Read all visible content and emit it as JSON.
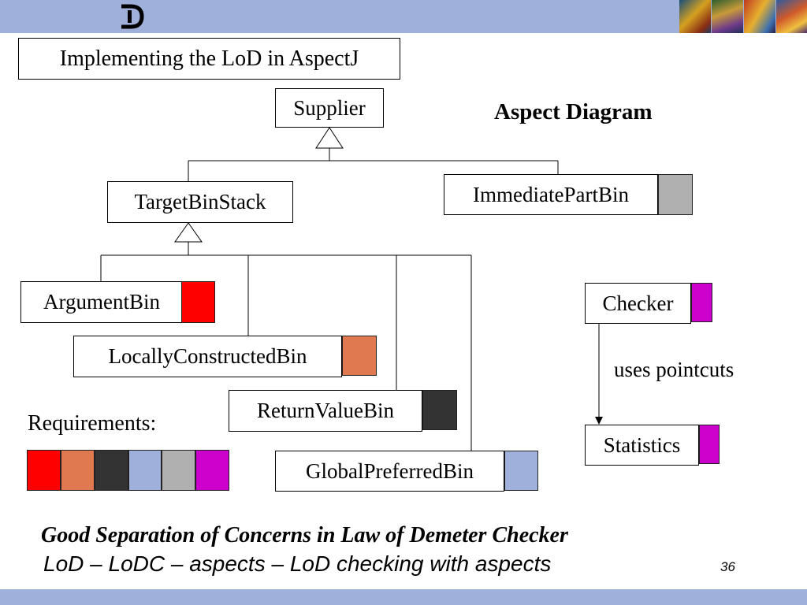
{
  "slide": {
    "title": "Implementing the LoD in AspectJ",
    "heading": "Aspect Diagram",
    "footer_bold": "Good Separation of Concerns in Law of Demeter Checker",
    "footer_sub": "LoD –  LoDC – aspects – LoD checking with aspects",
    "page_number": "36"
  },
  "classes": {
    "supplier": "Supplier",
    "target_bin_stack": "TargetBinStack",
    "immediate_part_bin": "ImmediatePartBin",
    "argument_bin": "ArgumentBin",
    "locally_constructed_bin": "LocallyConstructedBin",
    "return_value_bin": "ReturnValueBin",
    "global_preferred_bin": "GlobalPreferredBin",
    "checker": "Checker",
    "statistics": "Statistics"
  },
  "relation_label": "uses pointcuts",
  "requirements_label": "Requirements:",
  "colors": {
    "header_bar": "#9fb1db",
    "argument_bin": "#ff0000",
    "locally_constructed_bin": "#e07850",
    "return_value_bin": "#333333",
    "global_preferred_bin": "#9fb1db",
    "immediate_part_bin": "#b0b0b0",
    "checker": "#cc00cc",
    "statistics": "#cc00cc"
  },
  "requirements_colors": [
    "#ff0000",
    "#e07850",
    "#333333",
    "#9fb1db",
    "#b0b0b0",
    "#cc00cc"
  ]
}
